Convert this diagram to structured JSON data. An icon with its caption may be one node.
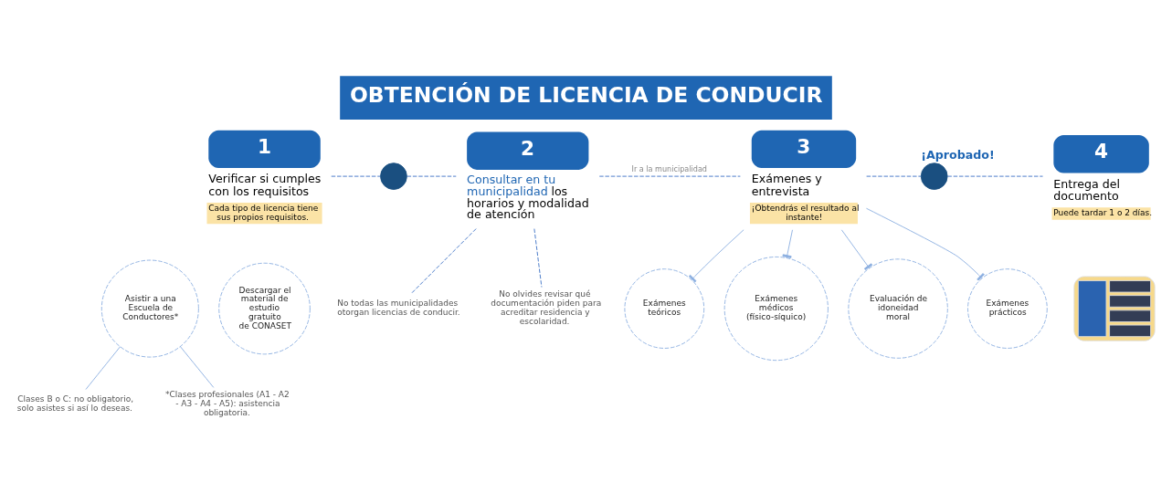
{
  "diagram": {
    "title": "OBTENCIÓN DE LICENCIA DE CONDUCIR",
    "nodes": [
      {
        "text": [
          "1",
          "Verificar si cumples con los requisitos",
          "Cada tipo de licencia tiene sus propios requisitos."
        ]
      },
      {
        "text": [],
        "shape": "circle"
      },
      {
        "text": [
          "2",
          "**Consultar en tu municipalidad** los horarios y modalidad de atención"
        ]
      },
      {
        "text": [
          "3",
          "Exámenes y entrevista",
          "¡Obtendrás el resultado al instante!"
        ]
      },
      {
        "text": [],
        "shape": "circle",
        "beside": [
          "¡Aprobado!"
        ]
      },
      {
        "text": [
          "4",
          "Entrega del documento",
          "Puede tardar 1 o 2 días."
        ]
      },
      {
        "text": [
          "Asistir a una Escuela de Conductores*"
        ]
      },
      {
        "text": [
          "Descargar el material de estudio **gratuito** de CONASET"
        ]
      },
      {
        "text": [
          "Clases B o C: no obligatorio, solo asistes si así lo deseas."
        ]
      },
      {
        "text": [
          "*Clases profesionales (A1 - A2 - A3 - A4 - A5): asistencia obligatoria."
        ]
      },
      {
        "text": [
          "No todas las municipalidades otorgan licencias de conducir."
        ]
      },
      {
        "text": [
          "No olvides revisar qué documentación piden para acreditar residencia y escolaridad."
        ]
      },
      {
        "text": [
          "Exámenes teóricos"
        ]
      },
      {
        "text": [
          "Exámenes médicos (físico-síquico)"
        ]
      },
      {
        "text": [
          "Evaluación de idoneidad moral"
        ]
      },
      {
        "text": [
          "Exámenes prácticos"
        ]
      },
      {
        "text": [],
        "shape": "picture"
      }
    ],
    "edges": [
      {
        "from": 0,
        "to": 1,
        "arrow": "none",
        "style": "dashed"
      },
      {
        "from": 1,
        "to": 2,
        "arrow": "none",
        "style": "dashed"
      },
      {
        "from": 2,
        "to": 3,
        "arrow": "none",
        "style": "dashed",
        "label": "Ir a la municipalidad"
      },
      {
        "from": 3,
        "to": 4,
        "arrow": "none",
        "style": "dashed"
      },
      {
        "from": 4,
        "to": 5,
        "arrow": "none",
        "style": "dashed"
      },
      {
        "from": 6,
        "to": 8,
        "arrow": "none"
      },
      {
        "from": 6,
        "to": 9,
        "arrow": "none"
      },
      {
        "from": 2,
        "to": 10,
        "arrow": "none",
        "style": "dashed"
      },
      {
        "from": 2,
        "to": 11,
        "arrow": "none",
        "style": "dashed"
      },
      {
        "from": 3,
        "to": 12,
        "arrow": "other"
      },
      {
        "from": 3,
        "to": 13,
        "arrow": "other"
      },
      {
        "from": 3,
        "to": 14,
        "arrow": "other"
      },
      {
        "from": 3,
        "to": 15,
        "arrow": "other"
      }
    ]
  }
}
